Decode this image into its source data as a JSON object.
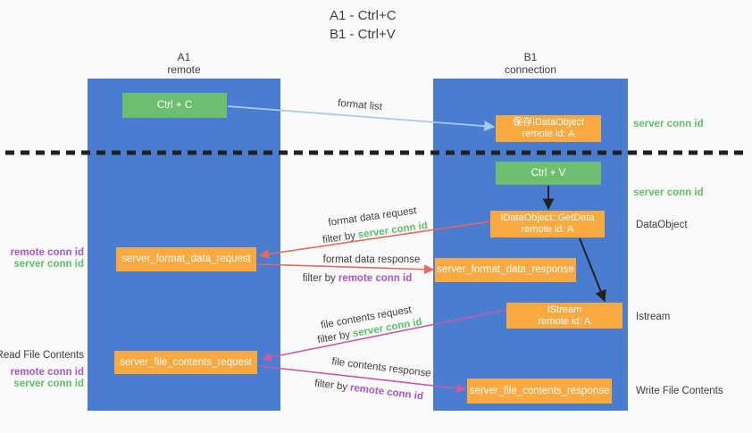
{
  "title": {
    "line1": "A1 - Ctrl+C",
    "line2": "B1 - Ctrl+V"
  },
  "lanes": {
    "left": {
      "title": "A1",
      "subtitle": "remote"
    },
    "right": {
      "title": "B1",
      "subtitle": "connection"
    }
  },
  "nodes": {
    "ctrl_c": "Ctrl + C",
    "ctrl_v": "Ctrl + V",
    "save_dataobject": {
      "line1": "保存IDataObject",
      "line2": "remote id: A"
    },
    "getdata": {
      "line1": "IDataObject::GetData",
      "line2": "remote id: A"
    },
    "istream": {
      "line1": "IStream",
      "line2": "remote id: A"
    },
    "format_request": "server_format_data_request",
    "format_response": "server_format_data_response",
    "file_request": "server_file_contents_request",
    "file_response": "server_file_contents_response"
  },
  "labels": {
    "format_list": "format list",
    "format_data_request": "format data request",
    "format_data_response": "format data response",
    "file_contents_request": "file contents request",
    "file_contents_response": "file contents response",
    "filter_by": "filter by",
    "server_conn_id": "server conn id",
    "remote_conn_id": "remote conn id",
    "read_file_contents": "Read File Contents",
    "write_file_contents": "Write File Contents",
    "dataobject": "DataObject",
    "istream": "Istream"
  },
  "colors": {
    "lane_blue": "#4a7cd0",
    "node_green": "#6dbf70",
    "node_orange": "#f9a93f",
    "arrow_blue": "#a6cbec",
    "arrow_red": "#e5695e",
    "arrow_magenta": "#c75ba4",
    "arrow_black": "#212121",
    "text_green": "#5fbe66",
    "text_purple": "#a855c8",
    "text_dark": "#3f3f3f"
  }
}
